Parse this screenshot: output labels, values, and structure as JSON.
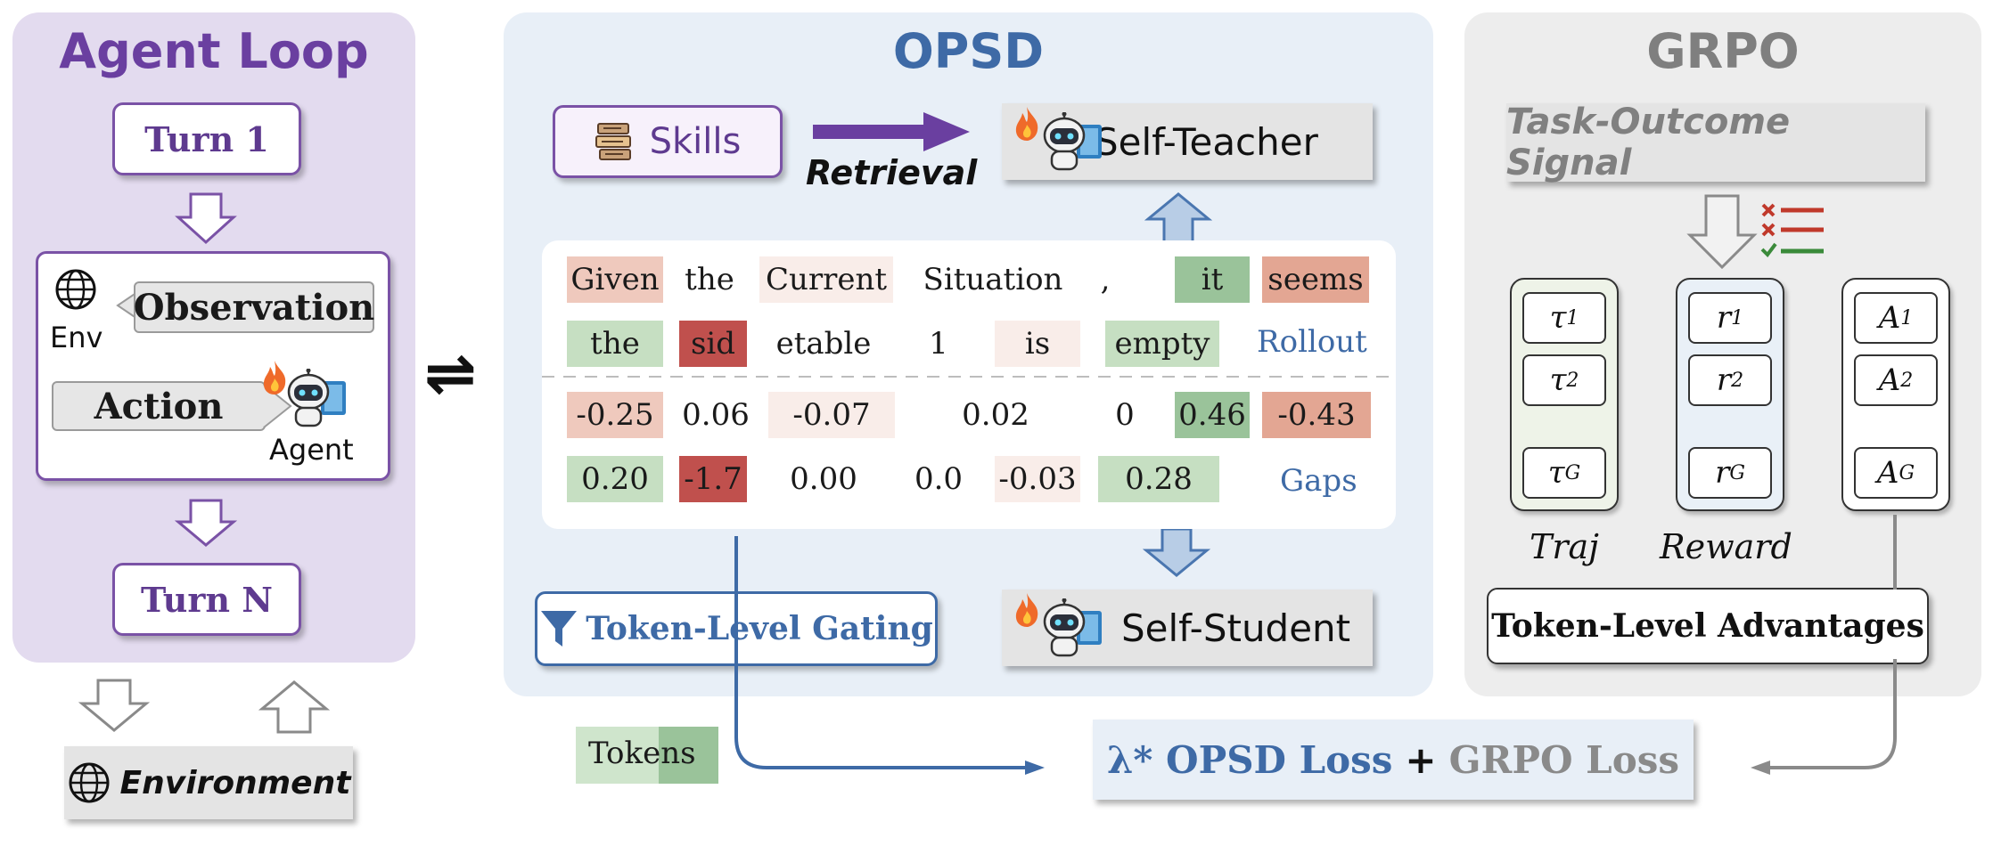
{
  "agent_loop": {
    "title": "Agent Loop",
    "turn1": "Turn 1",
    "turnN": "Turn N",
    "env_label": "Env",
    "observation": "Observation",
    "action": "Action",
    "agent_label": "Agent",
    "environment": "Environment"
  },
  "opsd": {
    "title": "OPSD",
    "skills": "Skills",
    "retrieval": "Retrieval",
    "self_teacher": "Self-Teacher",
    "self_student": "Self-Student",
    "token_gating": "Token-Level Gating",
    "tokens_label": "Tokens",
    "rollout_label": "Rollout",
    "gaps_label": "Gaps",
    "row1_tokens": [
      "Given",
      "the",
      "Current",
      "Situation",
      ",",
      "it",
      "seems"
    ],
    "row2_tokens": [
      "the",
      "sid",
      "etable",
      "1",
      "is",
      "empty"
    ],
    "row1_gaps": [
      "-0.25",
      "0.06",
      "-0.07",
      "0.02",
      "0",
      "0.46",
      "-0.43"
    ],
    "row2_gaps": [
      "0.20",
      "-1.7",
      "0.00",
      "0.0",
      "-0.03",
      "0.28"
    ]
  },
  "grpo": {
    "title": "GRPO",
    "signal": "Task-Outcome Signal",
    "traj_items": [
      "τ1",
      "τ2",
      "τG"
    ],
    "reward_items": [
      "r1",
      "r2",
      "rG"
    ],
    "adv_items": [
      "A1",
      "A2",
      "AG"
    ],
    "traj_label": "Traj",
    "reward_label": "Reward",
    "token_adv": "Token-Level Advantages"
  },
  "loss": {
    "opsd_part": "λ* OPSD Loss",
    "plus": "+",
    "grpo_part": "GRPO Loss"
  },
  "swap_symbol": "⇌",
  "colors": {
    "agent_purple": "#5e3a8f",
    "opsd_blue": "#3e6aa6",
    "grpo_gray": "#7f7f7f",
    "neg_light": "#efc9bd",
    "neg_strong": "#c0504d",
    "pos_light": "#c6dfc2",
    "pos_strong": "#9ac39a",
    "neutral_light": "#f9ede9"
  }
}
